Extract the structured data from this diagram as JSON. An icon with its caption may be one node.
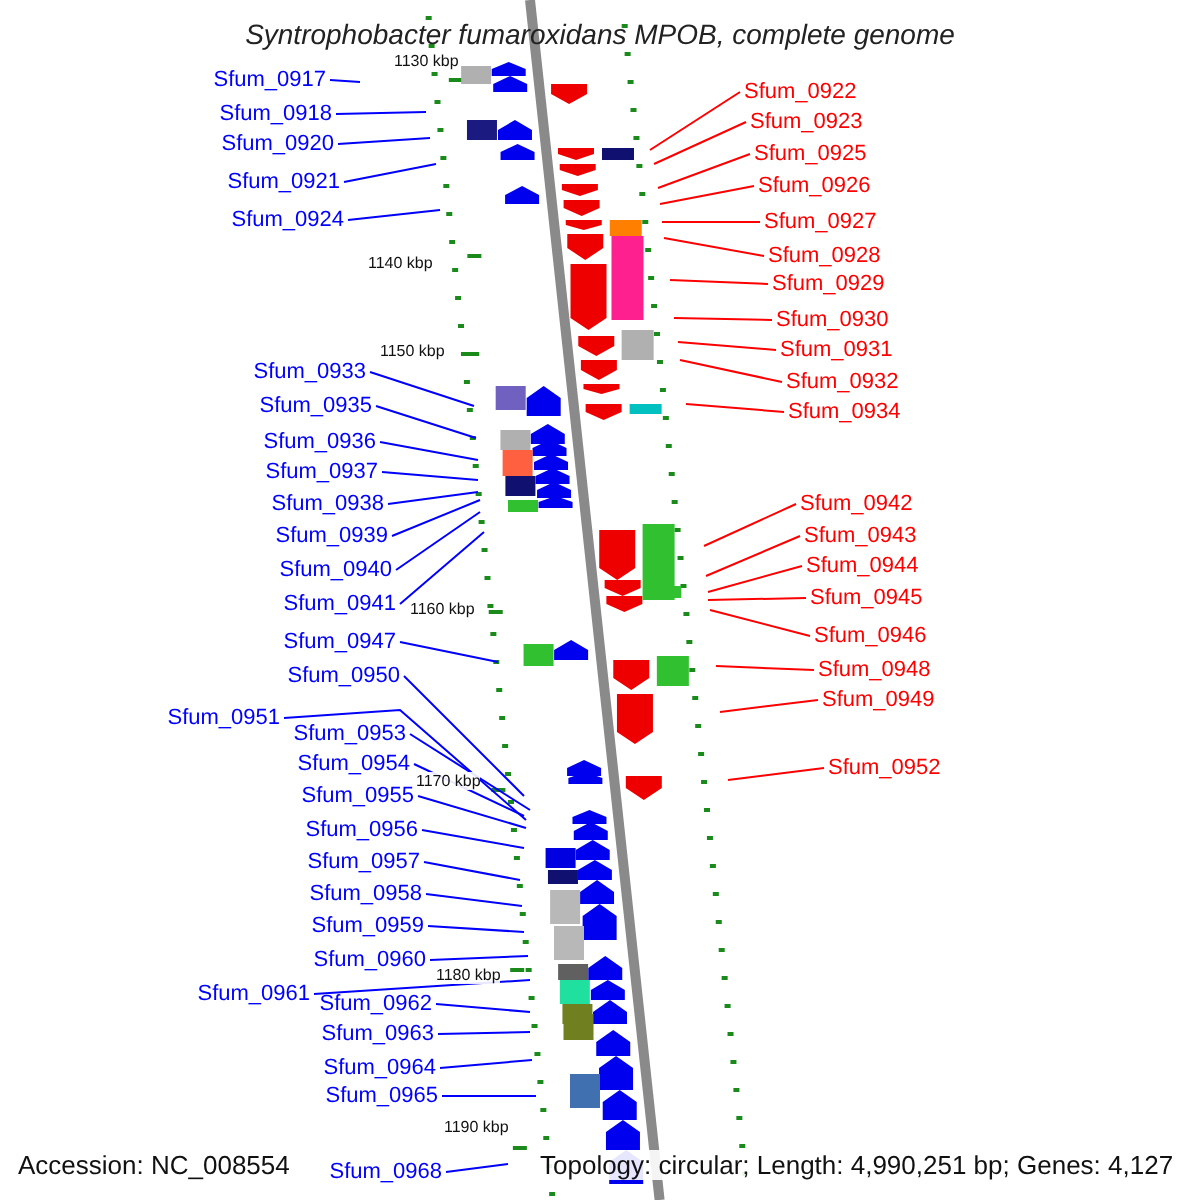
{
  "diagram": {
    "title": "Syntrophobacter fumaroxidans MPOB, complete genome",
    "nodes": [
      {
        "text": [
          "Sfum_0917"
        ]
      },
      {
        "text": [
          "Sfum_0918"
        ]
      },
      {
        "text": [
          "Sfum_0920"
        ]
      },
      {
        "text": [
          "Sfum_0921"
        ]
      },
      {
        "text": [
          "Sfum_0924"
        ]
      },
      {
        "text": [
          "Sfum_0933"
        ]
      },
      {
        "text": [
          "Sfum_0935"
        ]
      },
      {
        "text": [
          "Sfum_0936"
        ]
      },
      {
        "text": [
          "Sfum_0937"
        ]
      },
      {
        "text": [
          "Sfum_0938"
        ]
      },
      {
        "text": [
          "Sfum_0939"
        ]
      },
      {
        "text": [
          "Sfum_0940"
        ]
      },
      {
        "text": [
          "Sfum_0941"
        ]
      },
      {
        "text": [
          "Sfum_0947"
        ]
      },
      {
        "text": [
          "Sfum_0950"
        ]
      },
      {
        "text": [
          "Sfum_0951"
        ]
      },
      {
        "text": [
          "Sfum_0953"
        ]
      },
      {
        "text": [
          "Sfum_0954"
        ]
      },
      {
        "text": [
          "Sfum_0955"
        ]
      },
      {
        "text": [
          "Sfum_0956"
        ]
      },
      {
        "text": [
          "Sfum_0957"
        ]
      },
      {
        "text": [
          "Sfum_0958"
        ]
      },
      {
        "text": [
          "Sfum_0959"
        ]
      },
      {
        "text": [
          "Sfum_0960"
        ]
      },
      {
        "text": [
          "Sfum_0961"
        ]
      },
      {
        "text": [
          "Sfum_0962"
        ]
      },
      {
        "text": [
          "Sfum_0963"
        ]
      },
      {
        "text": [
          "Sfum_0964"
        ]
      },
      {
        "text": [
          "Sfum_0965"
        ]
      },
      {
        "text": [
          "Sfum_0968"
        ]
      },
      {
        "text": [
          "Sfum_0922"
        ]
      },
      {
        "text": [
          "Sfum_0923"
        ]
      },
      {
        "text": [
          "Sfum_0925"
        ]
      },
      {
        "text": [
          "Sfum_0926"
        ]
      },
      {
        "text": [
          "Sfum_0927"
        ]
      },
      {
        "text": [
          "Sfum_0928"
        ]
      },
      {
        "text": [
          "Sfum_0929"
        ]
      },
      {
        "text": [
          "Sfum_0930"
        ]
      },
      {
        "text": [
          "Sfum_0931"
        ]
      },
      {
        "text": [
          "Sfum_0932"
        ]
      },
      {
        "text": [
          "Sfum_0934"
        ]
      },
      {
        "text": [
          "Sfum_0942"
        ]
      },
      {
        "text": [
          "Sfum_0943"
        ]
      },
      {
        "text": [
          "Sfum_0944"
        ]
      },
      {
        "text": [
          "Sfum_0945"
        ]
      },
      {
        "text": [
          "Sfum_0946"
        ]
      },
      {
        "text": [
          "Sfum_0948"
        ]
      },
      {
        "text": [
          "Sfum_0949"
        ]
      },
      {
        "text": [
          "Sfum_0952"
        ]
      }
    ],
    "edges": [
      {
        "from": 0,
        "to": null,
        "arrow": "none"
      },
      {
        "from": 1,
        "to": null,
        "arrow": "none"
      },
      {
        "from": 2,
        "to": null,
        "arrow": "none"
      },
      {
        "from": 3,
        "to": null,
        "arrow": "none"
      },
      {
        "from": 4,
        "to": null,
        "arrow": "none"
      },
      {
        "from": 5,
        "to": null,
        "arrow": "none"
      },
      {
        "from": 6,
        "to": null,
        "arrow": "none"
      },
      {
        "from": 7,
        "to": null,
        "arrow": "none"
      },
      {
        "from": 8,
        "to": null,
        "arrow": "none"
      },
      {
        "from": 9,
        "to": null,
        "arrow": "none"
      },
      {
        "from": 10,
        "to": null,
        "arrow": "none"
      },
      {
        "from": 11,
        "to": null,
        "arrow": "none"
      },
      {
        "from": 12,
        "to": null,
        "arrow": "none"
      },
      {
        "from": 13,
        "to": null,
        "arrow": "none"
      },
      {
        "from": 14,
        "to": null,
        "arrow": "none"
      },
      {
        "from": 15,
        "to": null,
        "arrow": "none"
      },
      {
        "from": 16,
        "to": null,
        "arrow": "none"
      },
      {
        "from": 17,
        "to": null,
        "arrow": "none"
      },
      {
        "from": 18,
        "to": null,
        "arrow": "none"
      },
      {
        "from": 19,
        "to": null,
        "arrow": "none"
      },
      {
        "from": 20,
        "to": null,
        "arrow": "none"
      },
      {
        "from": 21,
        "to": null,
        "arrow": "none"
      },
      {
        "from": 22,
        "to": null,
        "arrow": "none"
      },
      {
        "from": 23,
        "to": null,
        "arrow": "none"
      },
      {
        "from": 24,
        "to": null,
        "arrow": "none"
      },
      {
        "from": 25,
        "to": null,
        "arrow": "none"
      },
      {
        "from": 26,
        "to": null,
        "arrow": "none"
      },
      {
        "from": 27,
        "to": null,
        "arrow": "none"
      },
      {
        "from": 28,
        "to": null,
        "arrow": "none"
      },
      {
        "from": 29,
        "to": null,
        "arrow": "none"
      },
      {
        "from": 30,
        "to": null,
        "arrow": "none",
        "color": "#ff0000"
      },
      {
        "from": 31,
        "to": null,
        "arrow": "none",
        "color": "#ff0000"
      },
      {
        "from": 32,
        "to": null,
        "arrow": "none",
        "color": "#ff0000"
      },
      {
        "from": 33,
        "to": null,
        "arrow": "none",
        "color": "#ff0000"
      },
      {
        "from": 34,
        "to": null,
        "arrow": "none",
        "color": "#ff0000"
      },
      {
        "from": 35,
        "to": null,
        "arrow": "none",
        "color": "#ff0000"
      },
      {
        "from": 36,
        "to": null,
        "arrow": "none",
        "color": "#ff0000"
      },
      {
        "from": 37,
        "to": null,
        "arrow": "none",
        "color": "#ff0000"
      },
      {
        "from": 38,
        "to": null,
        "arrow": "none",
        "color": "#ff0000"
      },
      {
        "from": 39,
        "to": null,
        "arrow": "none",
        "color": "#ff0000"
      },
      {
        "from": 40,
        "to": null,
        "arrow": "none",
        "color": "#ff0000"
      },
      {
        "from": 41,
        "to": null,
        "arrow": "none",
        "color": "#ff0000"
      },
      {
        "from": 42,
        "to": null,
        "arrow": "none",
        "color": "#ff0000"
      },
      {
        "from": 43,
        "to": null,
        "arrow": "none",
        "color": "#ff0000"
      },
      {
        "from": 44,
        "to": null,
        "arrow": "none",
        "color": "#ff0000"
      },
      {
        "from": 45,
        "to": null,
        "arrow": "none",
        "color": "#ff0000"
      },
      {
        "from": 46,
        "to": null,
        "arrow": "none",
        "color": "#ff0000"
      },
      {
        "from": 47,
        "to": null,
        "arrow": "none",
        "color": "#ff0000"
      },
      {
        "from": 48,
        "to": null,
        "arrow": "none",
        "color": "#ff0000"
      }
    ],
    "labels": [
      "1130 kbp",
      "1140 kbp",
      "1150 kbp",
      "1160 kbp",
      "1170 kbp",
      "1180 kbp",
      "1190 kbp",
      "Accession: NC_008554",
      "Topology: circular; Length: 4,990,251 bp; Genes: 4,127"
    ]
  }
}
